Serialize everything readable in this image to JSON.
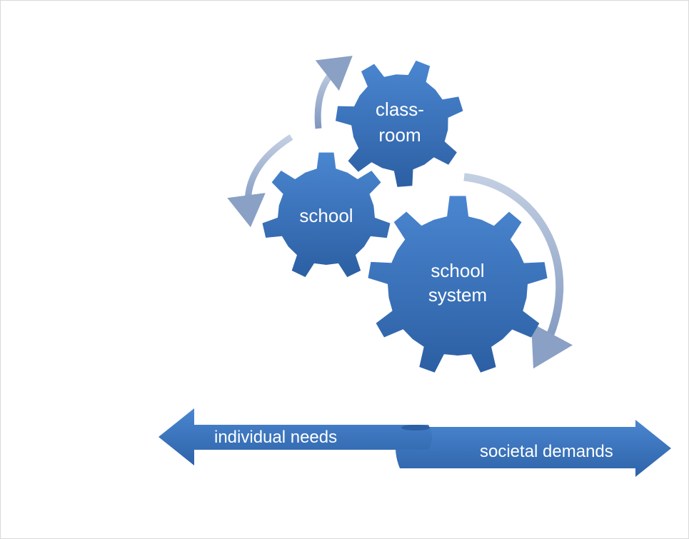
{
  "gears": {
    "classroom": {
      "line1": "class-",
      "line2": "room"
    },
    "school": {
      "label": "school"
    },
    "system": {
      "line1": "school",
      "line2": "system"
    }
  },
  "arrows": {
    "left_label": "individual needs",
    "right_label": "societal demands"
  },
  "colors": {
    "gear_light": "#4a86d0",
    "gear_dark": "#2f62a6",
    "arrow_fill": "#3a74c2",
    "curved_arrow": "#93a6c6"
  }
}
